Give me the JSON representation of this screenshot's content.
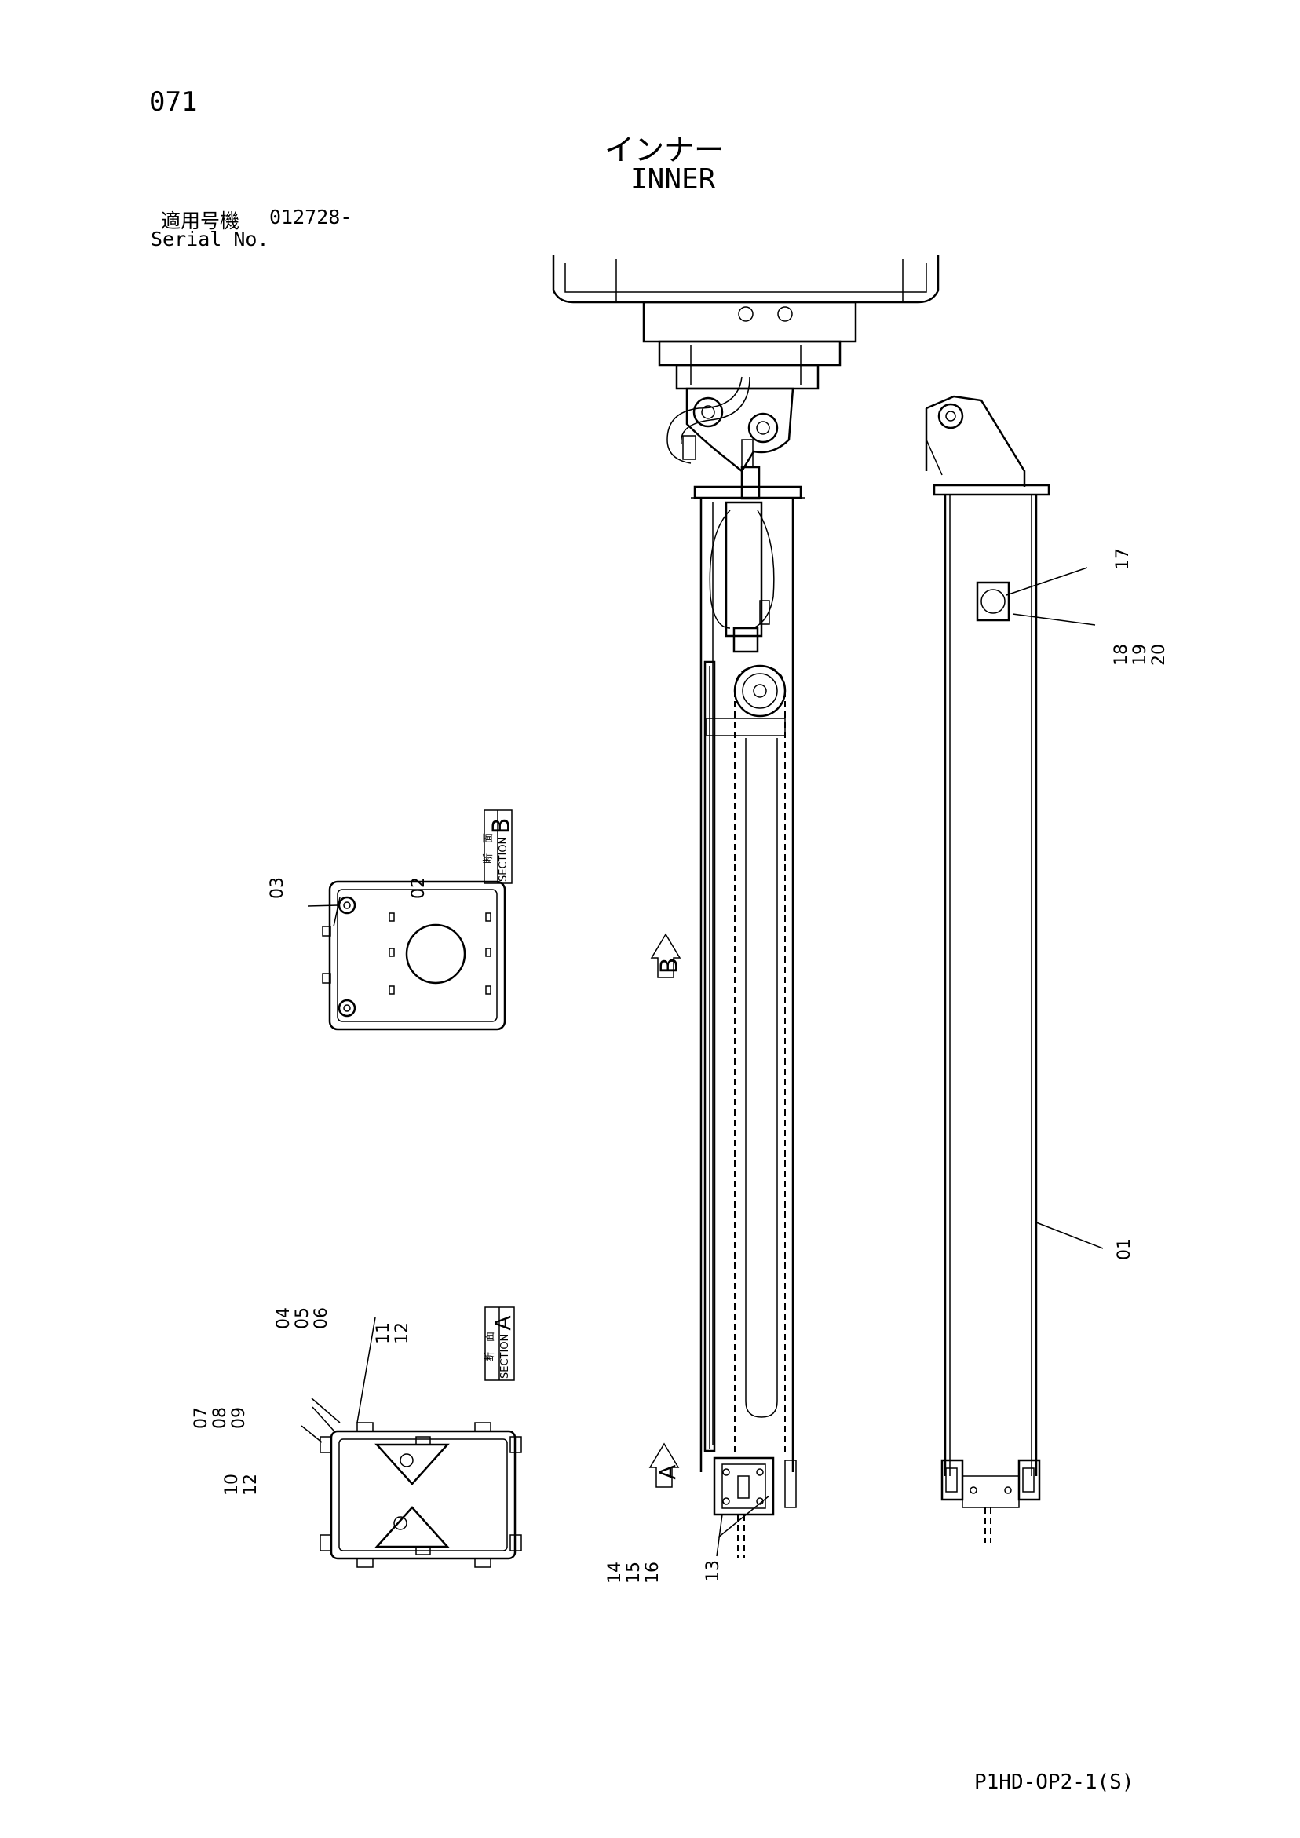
{
  "header": {
    "page_number": "071",
    "title_jp": "インナー",
    "title_en": "INNER",
    "serial_label_jp": "適用号機",
    "serial_value": "012728-",
    "serial_label_en": "Serial No."
  },
  "footer": {
    "drawing_code": "P1HD-OP2-1(S)"
  },
  "sections": {
    "b": {
      "jp": "断　面",
      "en": "SECTION",
      "letter": "B"
    },
    "a": {
      "jp": "断　面",
      "en": "SECTION",
      "letter": "A"
    }
  },
  "view_markers": {
    "b": "B",
    "a": "A"
  },
  "callouts": {
    "c01": "01",
    "c02": "02",
    "c03": "03",
    "c04": "04\n05\n06",
    "c07": "07\n08\n09",
    "c10": "10\n12",
    "c11": "11\n12",
    "c13": "13",
    "c14": "14\n15\n16",
    "c17": "17",
    "c18": "18\n19\n20"
  }
}
